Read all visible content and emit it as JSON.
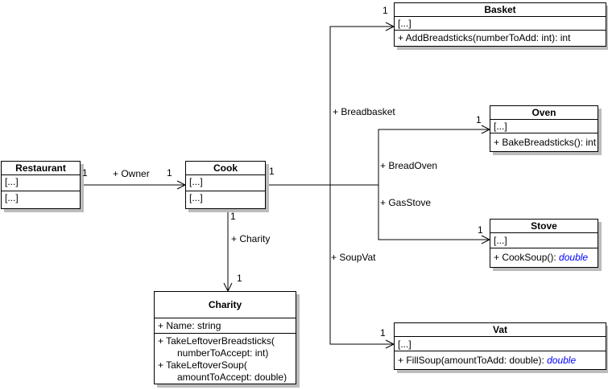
{
  "classes": {
    "restaurant": {
      "name": "Restaurant",
      "attributes": "[...]",
      "operations": "[...]"
    },
    "cook": {
      "name": "Cook",
      "attributes": "[...]",
      "operations": "[...]"
    },
    "basket": {
      "name": "Basket",
      "attributes": "[...]",
      "operation": "+ AddBreadsticks(numberToAdd: int): int"
    },
    "oven": {
      "name": "Oven",
      "attributes": "[...]",
      "operation": "+ BakeBreadsticks(): int"
    },
    "stove": {
      "name": "Stove",
      "attributes": "[...]",
      "operation_text": "+ CookSoup(): ",
      "operation_return_type": "double"
    },
    "vat": {
      "name": "Vat",
      "attributes": "[...]",
      "operation_text": "+ FillSoup(amountToAdd: double): ",
      "operation_return_type": "double"
    },
    "charity": {
      "name": "Charity",
      "attribute": "+ Name: string",
      "operation1_line1": "+ TakeLeftoverBreadsticks(",
      "operation1_line2": "numberToAccept: int)",
      "operation2_line1": "+ TakeLeftoverSoup(",
      "operation2_line2": "amountToAccept: double)"
    }
  },
  "associations": {
    "owner": {
      "label": "+ Owner",
      "source_multiplicity": "1",
      "target_multiplicity": "1"
    },
    "breadbasket": {
      "label": "+ Breadbasket",
      "source_multiplicity": "1",
      "target_multiplicity": "1"
    },
    "breadoven": {
      "label": "+ BreadOven",
      "target_multiplicity": "1"
    },
    "gasstove": {
      "label": "+ GasStove",
      "target_multiplicity": "1"
    },
    "soupvat": {
      "label": "+ SoupVat",
      "target_multiplicity": "1"
    },
    "charity": {
      "label": "+ Charity",
      "source_multiplicity": "1",
      "target_multiplicity": "1"
    }
  },
  "colors": {
    "keyword_type": "#0000ff",
    "box_shadow": "#bcbcbc",
    "line": "#000000",
    "background": "#ffffff"
  }
}
